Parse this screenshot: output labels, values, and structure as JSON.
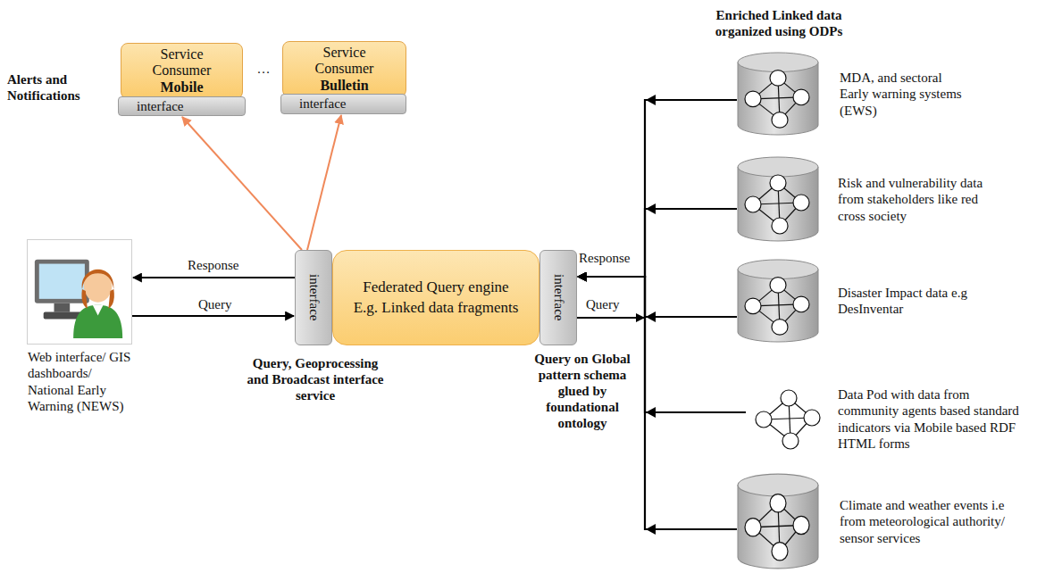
{
  "diagram": {
    "nodes": [
      {
        "text": [
          "Service Consumer",
          "Mobile"
        ]
      },
      {
        "text": [
          "interface"
        ]
      },
      {
        "text": [
          "Service Consumer",
          "Bulletin"
        ]
      },
      {
        "text": [
          "interface"
        ]
      },
      {
        "text": [
          "Web interface/ GIS dashboards/ National Early Warning (NEWS)"
        ]
      },
      {
        "text": [
          "interface"
        ]
      },
      {
        "text": [
          "Federated Query engine",
          "E.g. Linked data fragments"
        ]
      },
      {
        "text": [
          "interface"
        ]
      },
      {
        "text": [
          "MDA, and sectoral Early warning systems (EWS)"
        ]
      },
      {
        "text": [
          "Risk and vulnerability data from stakeholders like red cross society"
        ]
      },
      {
        "text": [
          "Disaster Impact data e.g DesInventar"
        ]
      },
      {
        "text": [
          "Data Pod with data from community agents based standard indicators via Mobile based RDF HTML forms"
        ]
      },
      {
        "text": [
          "Climate and weather events i.e from meteorological authority/ sensor services"
        ]
      }
    ],
    "edges": [
      {
        "from": 5,
        "to": 4,
        "arrow": "to",
        "label": "Response"
      },
      {
        "from": 4,
        "to": 5,
        "arrow": "to",
        "label": "Query"
      },
      {
        "from": 5,
        "to": 1,
        "arrow": "to"
      },
      {
        "from": 5,
        "to": 3,
        "arrow": "to"
      },
      {
        "from": 8,
        "to": 7,
        "arrow": "to"
      },
      {
        "from": 9,
        "to": 7,
        "arrow": "to"
      },
      {
        "from": 10,
        "to": 7,
        "arrow": "to"
      },
      {
        "from": 11,
        "to": 7,
        "arrow": "to"
      },
      {
        "from": 12,
        "to": 7,
        "arrow": "to"
      }
    ],
    "labels": [
      "Alerts and Notifications",
      "…",
      "Query, Geoprocessing and Broadcast interface service",
      "Response",
      "Query",
      "Query on Global pattern schema glued by foundational ontology",
      "Enriched Linked data organized using ODPs"
    ]
  }
}
